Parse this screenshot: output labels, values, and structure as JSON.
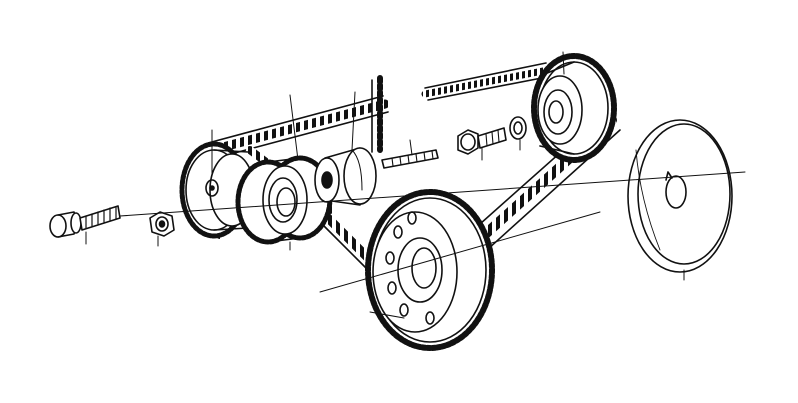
{
  "diagram": {
    "kind": "exploded-parts-illustration",
    "ink_color": "#111111",
    "paper_color": "#ffffff",
    "components": [
      "bolt",
      "nut",
      "small-sprocket",
      "intermediate-sprocket",
      "tensioner-roller",
      "stud",
      "cam-sprocket",
      "washer",
      "sprocket-bolt",
      "crank-sprocket",
      "cover-plate",
      "timing-belt"
    ]
  }
}
